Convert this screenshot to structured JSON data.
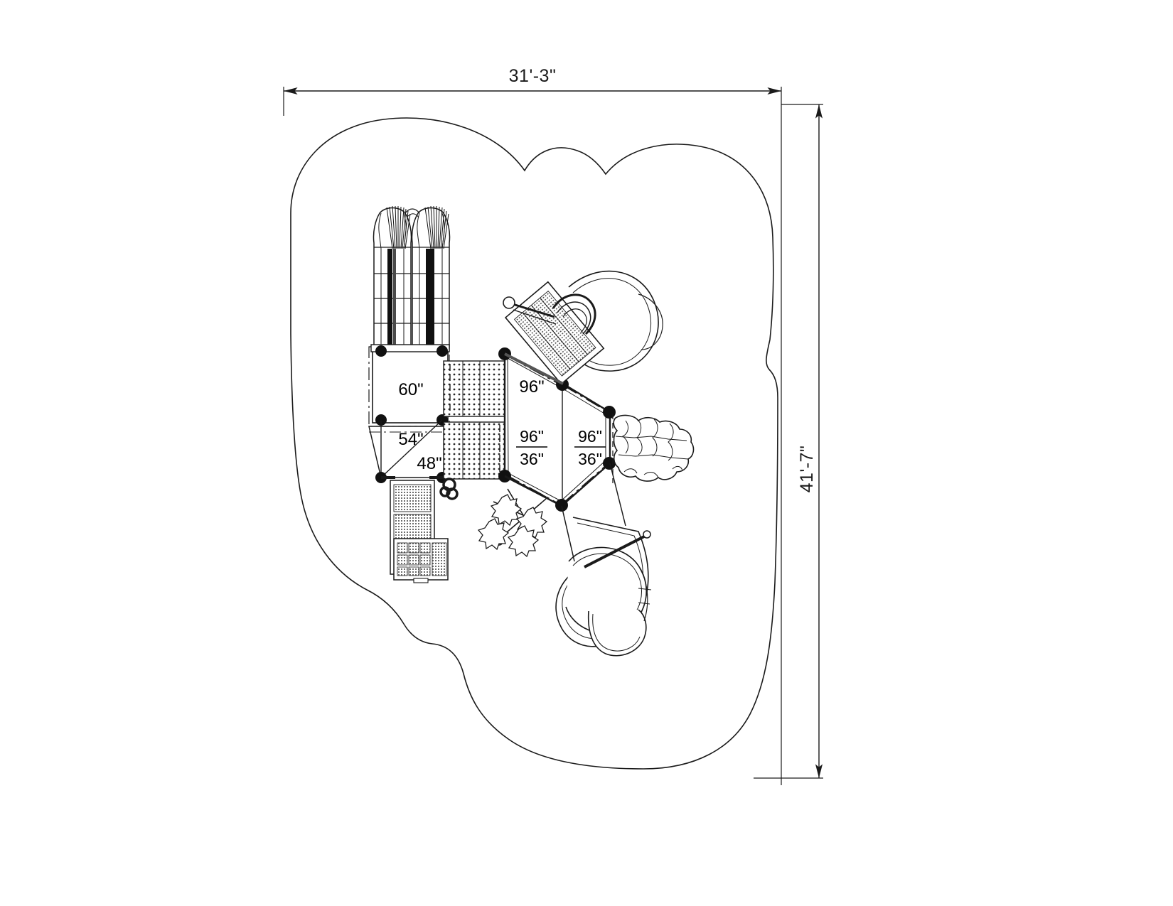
{
  "drawing": {
    "type": "playground-equipment-plan-view",
    "title": "Playground Structure Plan",
    "background_color": "#ffffff",
    "line_color": "#1a1a1a"
  },
  "dimensions": {
    "overall_width": "31'-3\"",
    "overall_height": "41'-7\"",
    "width_label_position": "top",
    "height_label_position": "right"
  },
  "deck_labels": [
    {
      "id": "deck-60",
      "text": "60\"",
      "note": "square deck height 60 inches"
    },
    {
      "id": "deck-54",
      "text": "54\"",
      "note": "deck height 54 inches"
    },
    {
      "id": "deck-48",
      "text": "48\"",
      "note": "deck height 48 inches"
    },
    {
      "id": "deck-96",
      "text": "96\"",
      "note": "deck height 96 inches"
    },
    {
      "id": "deck-96-36-left",
      "top": "96\"",
      "bottom": "36\"",
      "note": "triangle deck 96 inches over 36 inches"
    },
    {
      "id": "deck-96-36-right",
      "top": "96\"",
      "bottom": "36\"",
      "note": "triangle deck 96 inches over 36 inches"
    }
  ],
  "components": [
    {
      "name": "double-tube-slide",
      "location": "top-left"
    },
    {
      "name": "hooded-spiral-slide",
      "location": "top-right"
    },
    {
      "name": "spiral-slide",
      "location": "bottom-right"
    },
    {
      "name": "rock-climbing-wall",
      "location": "right"
    },
    {
      "name": "mesh-stairs",
      "location": "bottom-left"
    },
    {
      "name": "leaf-climber",
      "location": "bottom-center"
    },
    {
      "name": "hexagonal-deck",
      "location": "center"
    },
    {
      "name": "bridge-walkway",
      "location": "center-left"
    },
    {
      "name": "safety-use-zone",
      "location": "perimeter"
    }
  ]
}
